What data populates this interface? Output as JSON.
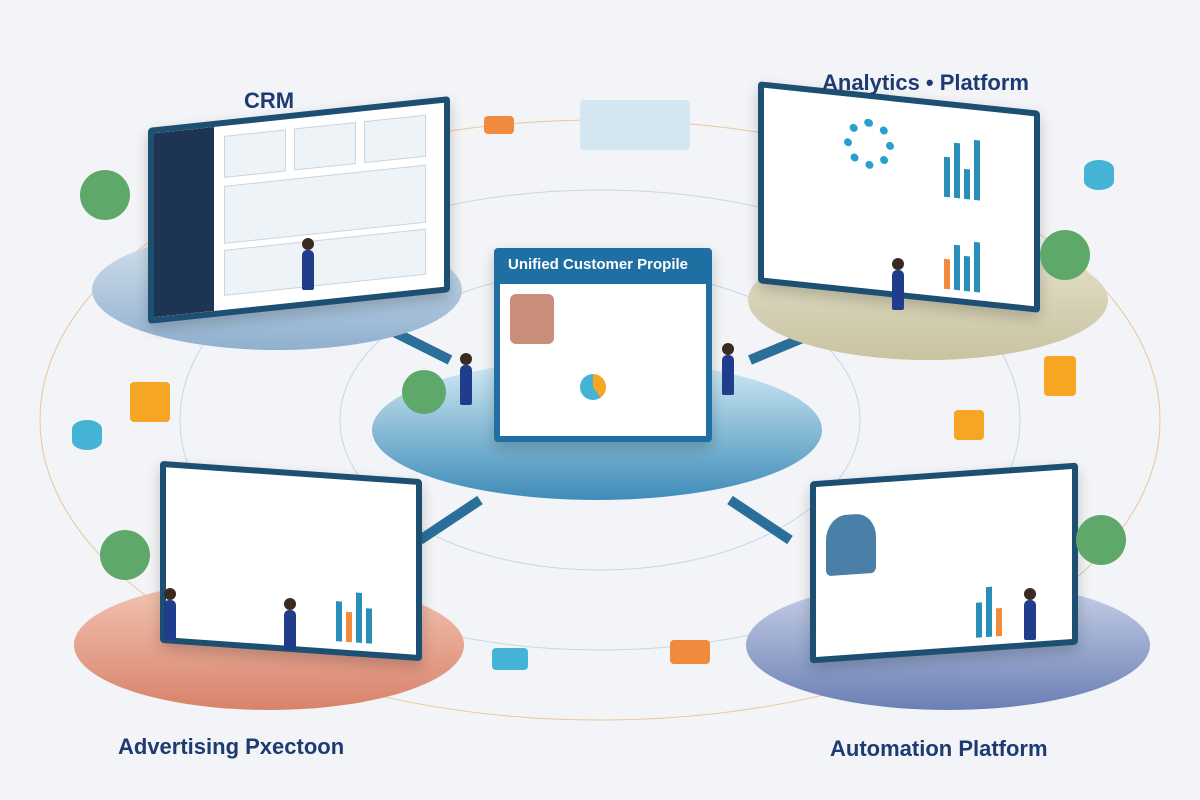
{
  "labels": {
    "crm": "CRM",
    "analytics": "Analytics • Platform",
    "center": "Unified Customer Propile",
    "advertising": "Advertising Pxectoon",
    "automation": "Automation Platform"
  },
  "colors": {
    "title": "#1d3a73",
    "screen_frame": "#1d4f73",
    "center_header": "#1f6fa3",
    "advertising_base": "#d9826a",
    "automation_base": "#6a7fb4",
    "analytics_base": "#c9c3a0",
    "crm_base": "#8fb0cf",
    "accent_orange": "#f5a623",
    "accent_teal": "#45b3d6"
  }
}
